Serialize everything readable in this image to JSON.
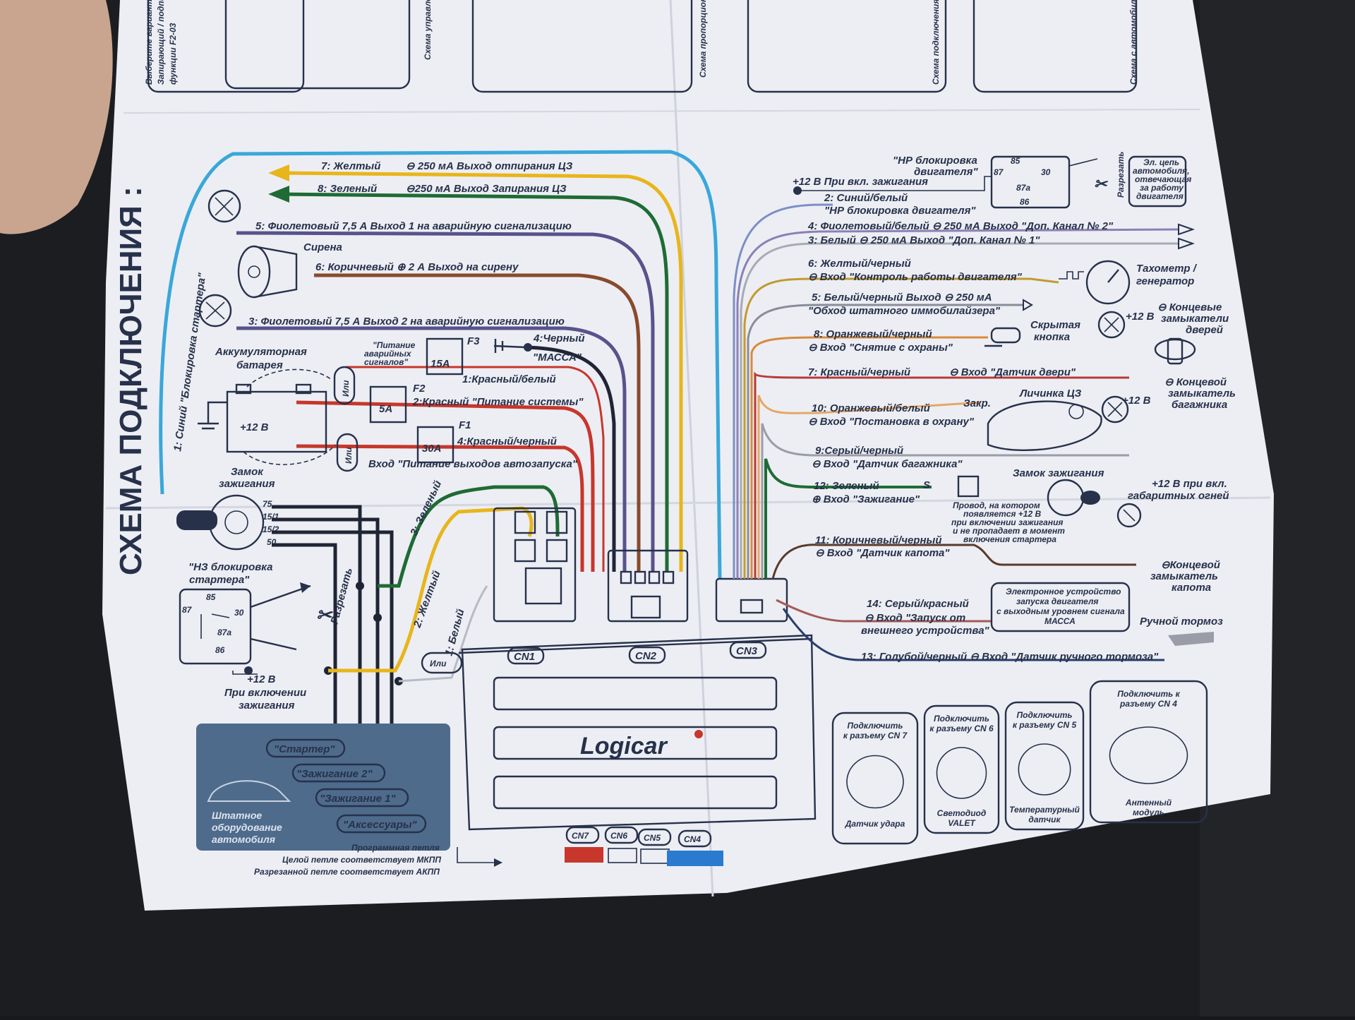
{
  "title": "СХЕМА ПОДКЛЮЧЕНИЯ :",
  "brand": "Logicar",
  "colors": {
    "yellow": "#e8b51a",
    "green": "#1f6b35",
    "violet": "#59528c",
    "brown": "#8a4a2a",
    "red": "#c7372b",
    "blue": "#3aa7d9",
    "black": "#1f2535",
    "orange": "#e39a4a",
    "grey": "#9a9ca8",
    "line": "#27314a",
    "paper": "#eceef4",
    "panel": "#4e6b8c"
  },
  "top_strip": {
    "sub1": "Выберите вариант подключ.",
    "sub2": "Запирающий / подпи",
    "sub3": "функции F2-03",
    "t1": "Схема управле",
    "t2": "Схема пропорцион",
    "t3": "Схема подключения управления с инве",
    "t4": "Схема с автомобилем"
  },
  "left_wires": {
    "w7": "7: Желтый",
    "w7d": "⊖ 250 мА  Выход отпирания ЦЗ",
    "w8": "8: Зеленый",
    "w8d": "⊖250 мА  Выход Запирания ЦЗ",
    "w5": "5: Фиолетовый   7,5 А Выход 1 на аварийную сигнализацию",
    "siren": "Сирена",
    "w6": "6: Коричневый  ⊕  2 А   Выход на сирену",
    "w3": "3: Фиолетовый   7,5 А Выход 2 на аварийную сигнализацию",
    "w1": "1: Синий   \"Блокировка стартера\""
  },
  "battery": {
    "title1": "Аккумуляторная",
    "title2": "батарея",
    "v": "+12 В",
    "ili": "Или",
    "avar1": "\"Питание",
    "avar2": "аварийных",
    "avar3": "сигналов\"",
    "f3": "F3",
    "f3v": "15A",
    "f2": "F2",
    "f2v": "5A",
    "f1": "F1",
    "f1v": "30A",
    "w4": "4:Черный",
    "massa": "\"МАССА\"",
    "w1r": "1:Красный/белый",
    "w2r": "2:Красный  \"Питание системы\"",
    "w4r": "4:Красный/черный",
    "autostart": "Вход \"Питание выходов автозапуска\""
  },
  "ignition": {
    "title1": "Замок",
    "title2": "зажигания",
    "p75": "75",
    "p151": "15/1",
    "p152": "15/2",
    "p50": "50",
    "relay1": "\"НЗ блокировка",
    "relay2": "стартера\"",
    "r85": "85",
    "r87": "87",
    "r30": "30",
    "r87a": "87a",
    "r86": "86",
    "plus12": "+12 В",
    "when1": "При включении",
    "when2": "зажигания",
    "cut": "Разрезать",
    "w3g": "3: Зеленый",
    "w2y": "2: Желтый",
    "w1w": "1: Белый",
    "ili": "Или"
  },
  "panel": {
    "starter": "\"Стартер\"",
    "ign2": "\"Зажигание 2\"",
    "ign1": "\"Зажигание 1\"",
    "acc": "\"Аксессуары\"",
    "std1": "Штатное",
    "std2": "оборудование",
    "std3": "автомобиля"
  },
  "loop": {
    "l1": "Программная петля",
    "l2": "Целой петле соответствует МКПП",
    "l3": "Разрезанной петле соответствует АКПП"
  },
  "connectors": {
    "cn1": "CN1",
    "cn2": "CN2",
    "cn3": "CN3",
    "cn7": "CN7",
    "cn6": "CN6",
    "cn5": "CN5",
    "cn4": "CN4"
  },
  "right_wires": {
    "hp1": "\"НР блокировка",
    "hp2": "двигателя\"",
    "hp85": "85",
    "hp87": "87",
    "hp30": "30",
    "hp87a": "87a",
    "hp86": "86",
    "plus12ign": "+12 В  При вкл. зажигания",
    "cut": "Разрезать",
    "circ1": "Эл. цепь",
    "circ2": "автомобиля,",
    "circ3": "отвечающая",
    "circ4": "за работу",
    "circ5": "двигателя",
    "w2": "2: Синий/белый",
    "w2d": "\"НР блокировка двигателя\"",
    "w4": "4: Фиолетовый/белый   ⊖  250 мА   Выход   \"Доп. Канал № 2\"",
    "w3": "3: Белый     ⊖  250 мА   Выход   \"Доп. Канал № 1\"",
    "w6": "6: Желтый/черный",
    "w6d": "⊖ Вход  \"Контроль работы двигателя\"",
    "tacho1": "Тахометр /",
    "tacho2": "генератор",
    "w5": "5: Белый/черный     Выход ⊖  250 мА",
    "w5d": "\"Обход штатного иммобилайзера\"",
    "door1": "⊖ Концевые",
    "door2": "замыкатели",
    "door3": "дверей",
    "plus12": "+12 В",
    "w8": "8: Оранжевый/черный",
    "w8d": "⊖ Вход  \"Снятие с охраны\"",
    "hidden1": "Скрытая",
    "hidden2": "кнопка",
    "w7": "7: Красный/черный",
    "w7d": "⊖  Вход  \"Датчик двери\"",
    "trunk1": "⊖ Концевой",
    "trunk2": "замыкатель",
    "trunk3": "багажника",
    "w10": "10: Оранжевый/белый",
    "w10d": "⊖ Вход  \"Постановка в охрану\"",
    "lock": "Закр.",
    "cz": "Личинка ЦЗ",
    "w9": "9:Серый/черный",
    "w9d": "⊖  Вход  \"Датчик багажника\"",
    "ign1": "Замок зажигания",
    "w12": "12: Зеленый",
    "w12d": "⊕ Вход \"Зажигание\"",
    "s": "S",
    "wire1": "Провод, на котором",
    "wire2": "появляется +12 В",
    "wire3": "при включении зажигания",
    "wire4": "и не пропадает в момент",
    "wire5": "включения стартера",
    "dim1": "+12 В при вкл.",
    "dim2": "габаритных огней",
    "w11": "11: Коричневый/черный",
    "w11d": "⊖  Вход  \"Датчик капота\"",
    "hood1": "⊖Концевой",
    "hood2": "замыкатель",
    "hood3": "капота",
    "w14": "14: Серый/красный",
    "w14d1": "⊖  Вход  \"Запуск от",
    "w14d2": "внешнего устройства\"",
    "ext1": "Электронное устройство",
    "ext2": "запуска двигателя",
    "ext3": "с выходным уровнем сигнала",
    "ext4": "МАССА",
    "hand": "Ручной тормоз",
    "w13": "13: Голубой/черный  ⊖  Вход  \"Датчик ручного тормоза\""
  },
  "modules": [
    {
      "top1": "Подключить",
      "top2": "к разъему CN 7",
      "bottom1": "Датчик удара",
      "bottom2": ""
    },
    {
      "top1": "Подключить",
      "top2": "к разъему CN 6",
      "bottom1": "Светодиод",
      "bottom2": "VALET"
    },
    {
      "top1": "Подключить",
      "top2": "к разъему CN 5",
      "bottom1": "Температурный",
      "bottom2": "датчик"
    },
    {
      "top1": "Подключить к",
      "top2": "разъему CN 4",
      "bottom1": "Антенный",
      "bottom2": "модуль"
    }
  ]
}
